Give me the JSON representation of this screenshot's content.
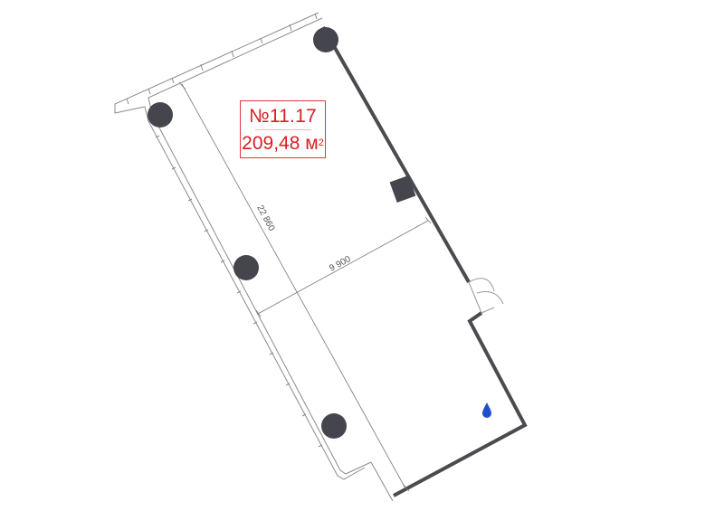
{
  "unit": {
    "number": "№11.17",
    "area_value": "209,48 м",
    "area_sup": "2"
  },
  "dimensions": {
    "length": "22 860",
    "width": "9 900"
  },
  "colors": {
    "label_red": "#d81e25",
    "wall": "#4a4a50",
    "column": "#45454d",
    "water_marker": "#1f4fd1"
  }
}
